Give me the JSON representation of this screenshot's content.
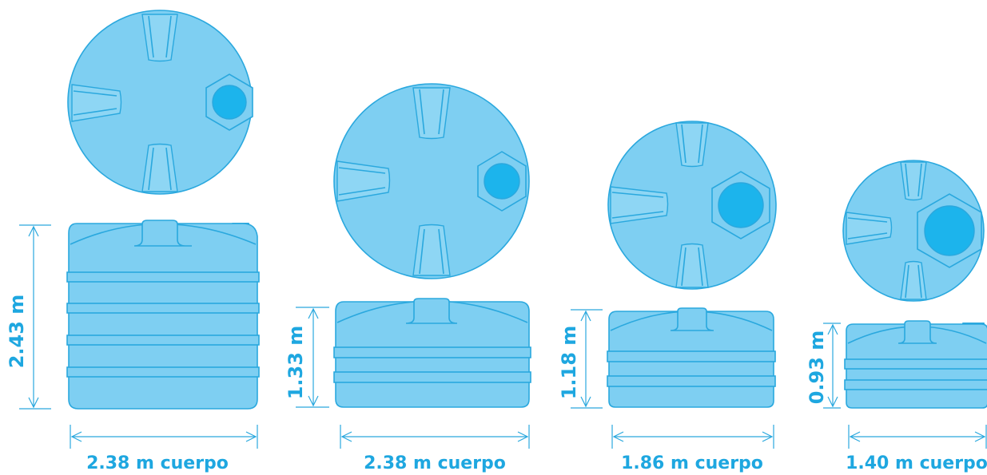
{
  "tanks": [
    {
      "height_label": "2.43 m",
      "width_label": "2.38 m cuerpo",
      "bands": 4
    },
    {
      "height_label": "1.33 m",
      "width_label": "2.38 m cuerpo",
      "bands": 2
    },
    {
      "height_label": "1.18 m",
      "width_label": "1.86 m cuerpo",
      "bands": 2
    },
    {
      "height_label": "0.93 m",
      "width_label": "1.40 m cuerpo",
      "bands": 2
    }
  ],
  "colors": {
    "tank_fill": "#7ecff2",
    "tank_stroke": "#2aa8de",
    "dimension": "#1ea7e0",
    "hole": "#1cb4ec"
  }
}
